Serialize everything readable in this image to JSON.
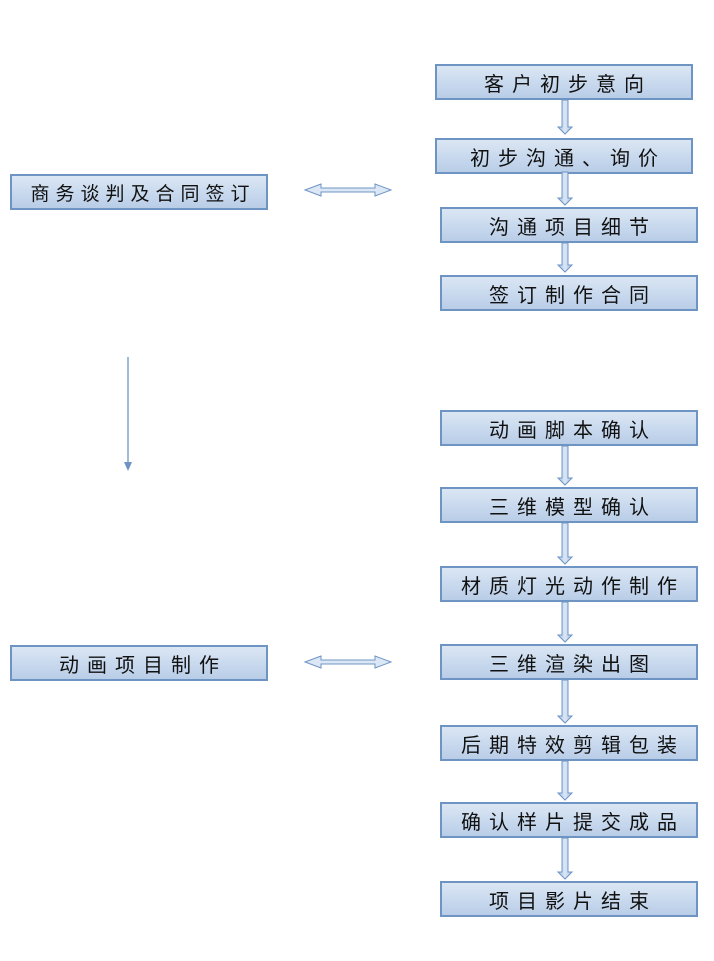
{
  "flow_steps": [
    "客户初步意向",
    "初步沟通、询价",
    "沟通项目细节",
    "签订制作合同",
    "动画脚本确认",
    "三维模型确认",
    "材质灯光动作制作",
    "三维渲染出图",
    "后期特效剪辑包装",
    "确认样片提交成品",
    "项目影片结束"
  ],
  "stages": [
    "商务谈判及合同签订",
    "动画项目制作"
  ],
  "colors": {
    "box_fill": "#c8d9ee",
    "box_border": "#6e94c4",
    "arrow": "#6e94c4"
  }
}
